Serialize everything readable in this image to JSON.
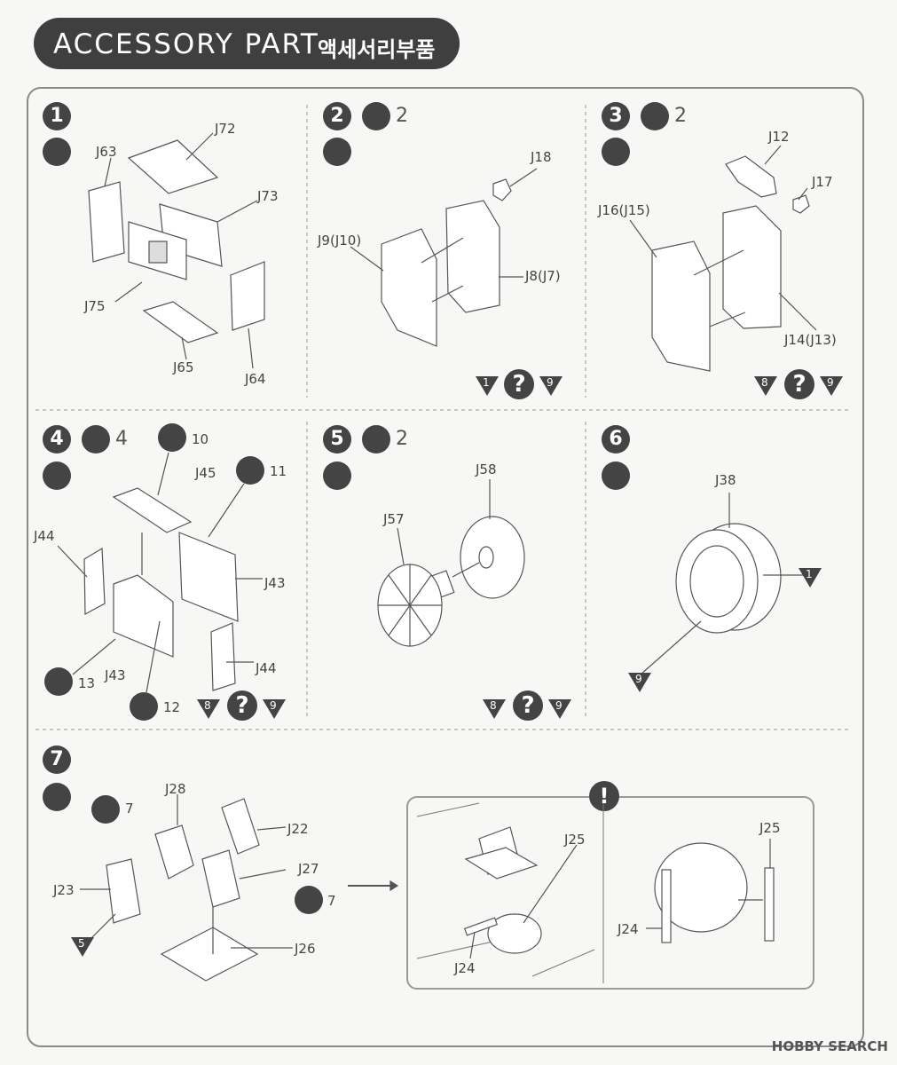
{
  "header": {
    "title_en": "ACCESSORY PART",
    "title_ko": "액세서리부품"
  },
  "steps": [
    {
      "num": "1",
      "parts": [
        "J72",
        "J63",
        "J73",
        "J75",
        "J65",
        "J64"
      ],
      "bottom": []
    },
    {
      "num": "2",
      "repeat": "2",
      "parts": [
        "J18",
        "J9(J10)",
        "J8(J7)"
      ],
      "bottom": [
        "1",
        "?",
        "9"
      ]
    },
    {
      "num": "3",
      "repeat": "2",
      "parts": [
        "J12",
        "J17",
        "J16(J15)",
        "J14(J13)"
      ],
      "bottom": [
        "8",
        "?",
        "9"
      ]
    },
    {
      "num": "4",
      "repeat": "4",
      "stars": [
        "10",
        "11",
        "13",
        "12"
      ],
      "parts": [
        "J45",
        "J44",
        "J43",
        "J43",
        "J44"
      ],
      "bottom": [
        "8",
        "?",
        "9"
      ]
    },
    {
      "num": "5",
      "repeat": "2",
      "parts": [
        "J58",
        "J57"
      ],
      "bottom": [
        "8",
        "?",
        "9"
      ]
    },
    {
      "num": "6",
      "parts": [
        "J38"
      ],
      "callouts": [
        "1",
        "9"
      ]
    },
    {
      "num": "7",
      "parts": [
        "J28",
        "J22",
        "J27",
        "J23",
        "J26"
      ],
      "stars": [
        "7",
        "7"
      ],
      "callouts": [
        "5"
      ],
      "inset_parts": [
        "J25",
        "J24",
        "J25",
        "J24"
      ],
      "inset_mark": "!"
    }
  ],
  "watermark": "HOBBY SEARCH",
  "icons": [
    "glue-icon",
    "repeat-icon",
    "star-icon",
    "question-icon",
    "warning-icon",
    "triangle-ref-icon"
  ]
}
